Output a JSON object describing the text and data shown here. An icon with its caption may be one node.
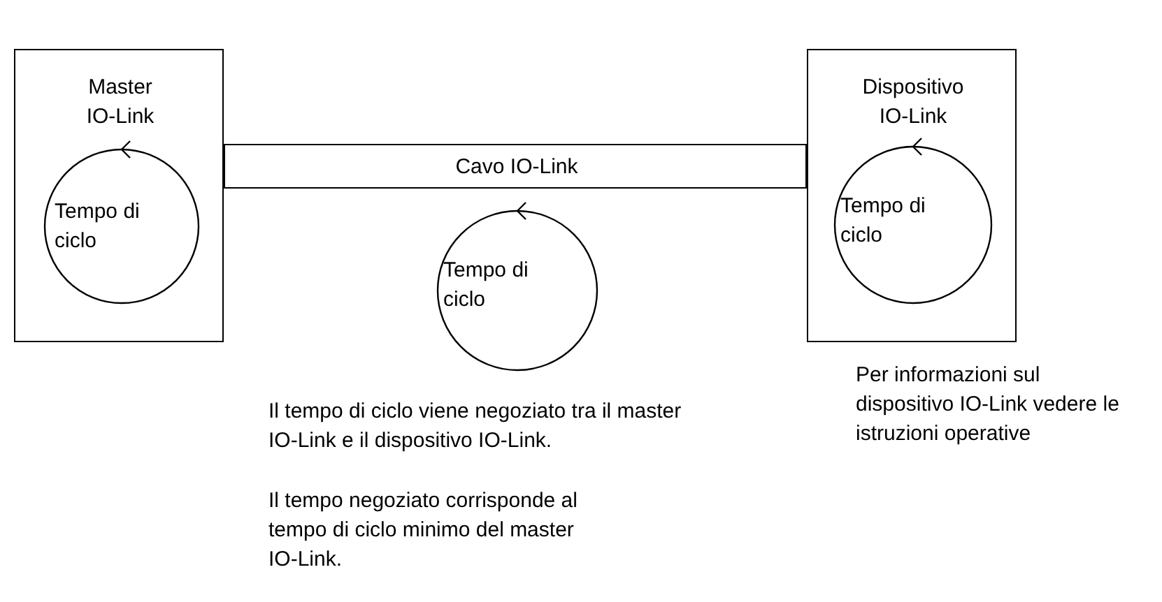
{
  "diagram": {
    "nodes": [
      {
        "text": [
          "Master IO-Link"
        ]
      },
      {
        "text": [
          "Tempo di ciclo"
        ],
        "in": 0
      },
      {
        "text": [
          "Cavo IO-Link"
        ]
      },
      {
        "text": [
          "Dispositivo IO-Link"
        ],
        "beside": [
          "Per informazioni sul dispositivo IO-Link vedere le istruzioni operative"
        ]
      },
      {
        "text": [
          "Tempo di ciclo"
        ],
        "in": 3
      },
      {
        "text": [
          "Tempo di ciclo"
        ]
      }
    ],
    "labels": [
      "Il tempo di ciclo viene negoziato tra il master IO-Link e il dispositivo IO-Link.",
      "Il tempo negoziato corrisponde al tempo di ciclo minimo del master IO-Link."
    ]
  }
}
